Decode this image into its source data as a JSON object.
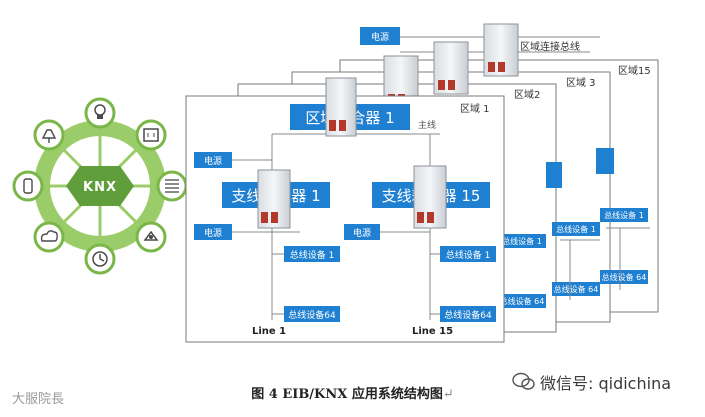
{
  "knx": {
    "logo_text": "KNX",
    "ring_color": "#7ab648",
    "hub_color": "#5f9e3a",
    "icons": [
      "bulb-icon",
      "socket-icon",
      "blind-icon",
      "fan-icon",
      "clock-icon",
      "cloud-icon",
      "sensor-icon",
      "lamp-icon"
    ]
  },
  "areas": {
    "labels": [
      "区域 1",
      "区域2",
      "区域 3",
      "区域15"
    ],
    "area_connector_label": "区域连接总线",
    "back_power_label": "电源"
  },
  "front": {
    "power_labels": [
      "电源",
      "电源",
      "电源"
    ],
    "line_coupler_1": "支线耦合器 1",
    "line_coupler_15": "支线耦合器 15",
    "area_coupler": "区域耦合器 1",
    "backbone_label": "主线",
    "device_1": "总线设备 1",
    "device_64": "总线设备64",
    "line_1": "Line 1",
    "line_15": "Line 15"
  },
  "stacked_device_labels": [
    "总线设备 1",
    "总线设备 64"
  ],
  "colors": {
    "label_blue": "#1f7fd0",
    "label_blue_dark": "#1565b0",
    "line_color": "#8a8a8a",
    "frame_color": "#7a7a7a"
  },
  "caption": {
    "text": "图 4  EIB/KNX 应用系统结构图",
    "mark": "↵"
  },
  "watermarks": {
    "left": "大服院長",
    "right": "微信号: qidichina"
  }
}
